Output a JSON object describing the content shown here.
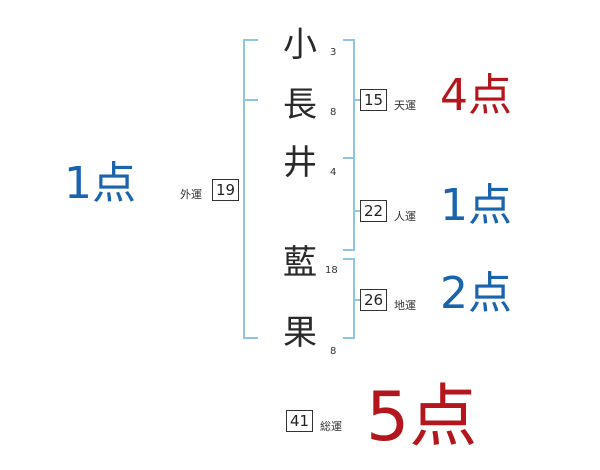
{
  "colors": {
    "bracket": "#8ec5e0",
    "blue": "#1a63ad",
    "red": "#b3161c"
  },
  "characters": [
    {
      "char": "小",
      "strokes": "3"
    },
    {
      "char": "長",
      "strokes": "8"
    },
    {
      "char": "井",
      "strokes": "4"
    },
    {
      "char": "藍",
      "strokes": "18"
    },
    {
      "char": "果",
      "strokes": "8"
    }
  ],
  "gaiun": {
    "label": "外運",
    "value": "19",
    "score": "1点",
    "score_color": "blue"
  },
  "tenun": {
    "label": "天運",
    "value": "15",
    "score": "4点",
    "score_color": "red"
  },
  "jinun": {
    "label": "人運",
    "value": "22",
    "score": "1点",
    "score_color": "blue"
  },
  "chiun": {
    "label": "地運",
    "value": "26",
    "score": "2点",
    "score_color": "blue"
  },
  "souun": {
    "label": "総運",
    "value": "41",
    "score": "5点",
    "score_color": "red"
  }
}
